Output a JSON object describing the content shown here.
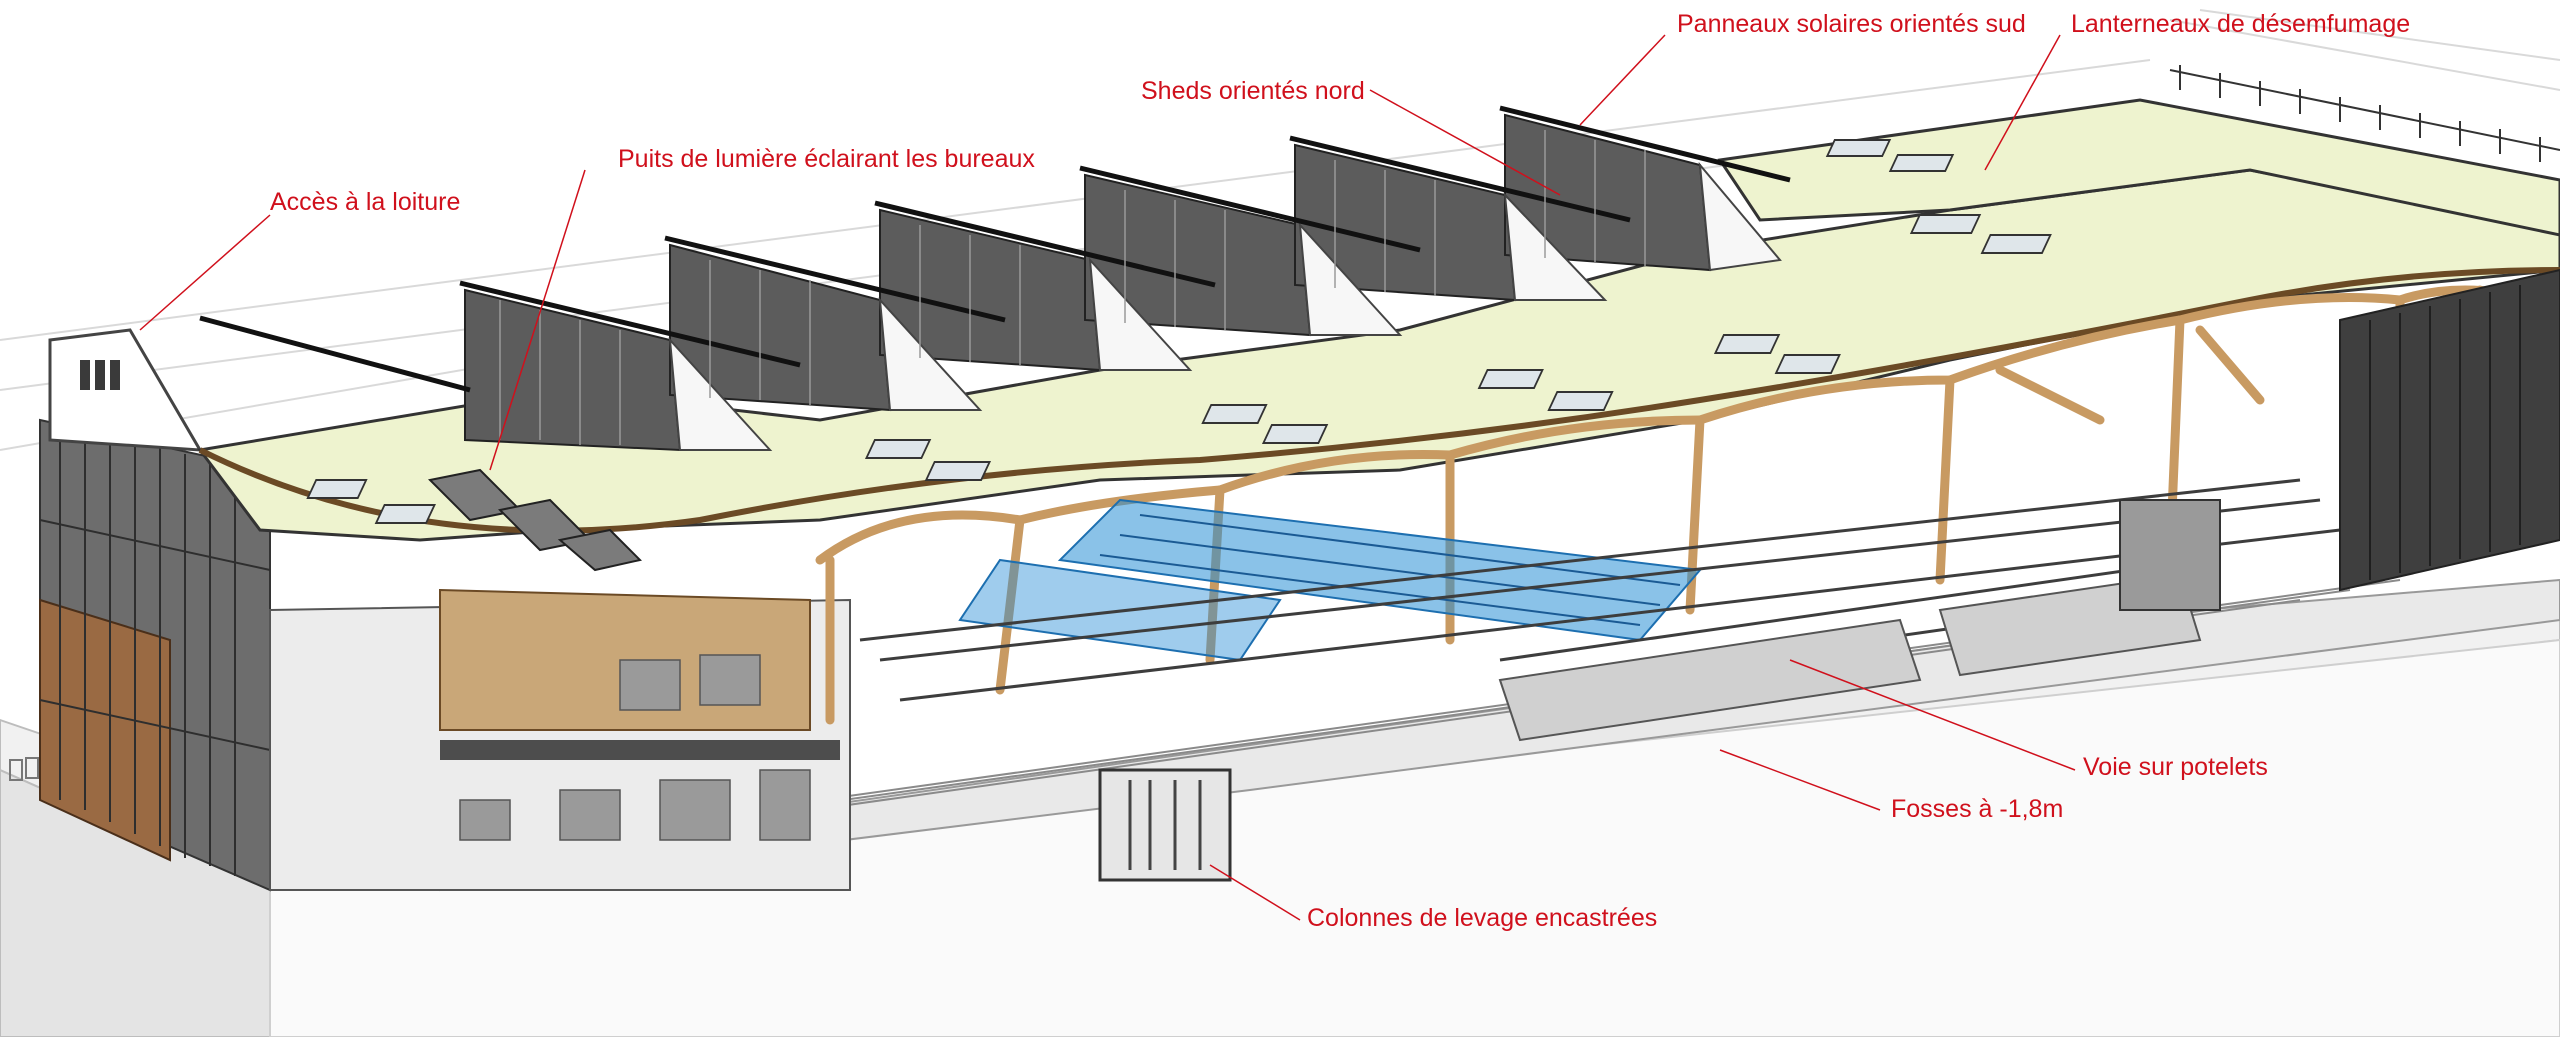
{
  "labels": {
    "acces_loiture": "Accès à la loiture",
    "puits_lumiere": "Puits de lumière éclairant les bureaux",
    "sheds_nord": "Sheds orientés nord",
    "panneaux_sud": "Panneaux solaires orientés sud",
    "lanterneaux": "Lanterneaux de désemfumage",
    "voie_potelets": "Voie sur potelets",
    "fosses": "Fosses à -1,8m",
    "colonnes_levage": "Colonnes de levage encastrées"
  },
  "colors": {
    "callout": "#d0101c",
    "roof": "#eef3cf",
    "timber": "#d9b48a",
    "rail_blue": "#2a8fd6",
    "glazing": "#5c5c5c"
  }
}
